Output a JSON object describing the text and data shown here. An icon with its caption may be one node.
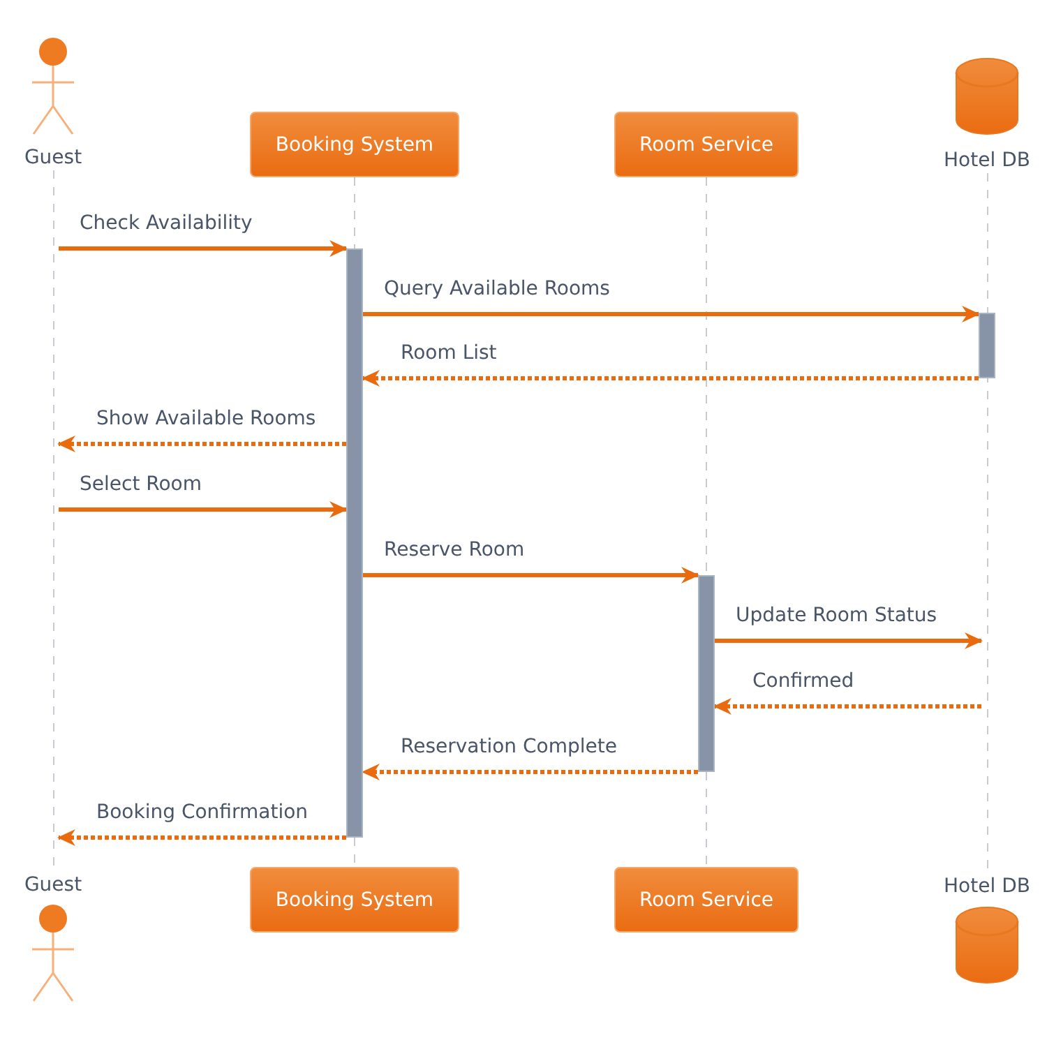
{
  "diagram": {
    "nodes": [
      {
        "text": [
          "Guest"
        ]
      },
      {
        "text": [
          "Booking System"
        ]
      },
      {
        "text": [
          "Room Service"
        ]
      },
      {
        "text": [
          "Hotel DB"
        ]
      },
      {
        "text": [
          "Guest"
        ]
      },
      {
        "text": [
          "Booking System"
        ]
      },
      {
        "text": [
          "Room Service"
        ]
      },
      {
        "text": [
          "Hotel DB"
        ]
      },
      {
        "text": [],
        "shape": "line"
      },
      {
        "text": [],
        "shape": "line"
      },
      {
        "text": [],
        "shape": "bar"
      },
      {
        "text": [],
        "shape": "bar",
        "in": 9
      },
      {
        "text": [],
        "shape": "bar"
      }
    ],
    "edges": [
      {
        "from": 1,
        "to": 10,
        "arrow": "none",
        "style": "dashed",
        "color": "#c8ccd2"
      },
      {
        "from": 10,
        "to": 5,
        "arrow": "none",
        "style": "dashed",
        "color": "#c8ccd2"
      },
      {
        "from": 2,
        "to": 12,
        "arrow": "none",
        "style": "dashed",
        "color": "#c8ccd2"
      },
      {
        "from": 12,
        "to": 6,
        "arrow": "none",
        "style": "dashed",
        "color": "#c8ccd2"
      },
      {
        "from": 8,
        "to": 10,
        "arrow": "to",
        "label": "Check Availability"
      },
      {
        "from": 10,
        "to": 11,
        "arrow": "to",
        "label": "Query Available Rooms"
      },
      {
        "from": 11,
        "to": 10,
        "arrow": "to",
        "label": "Room List",
        "style": "dashed"
      },
      {
        "from": 10,
        "to": 8,
        "arrow": "to",
        "label": "Show Available Rooms",
        "style": "dashed"
      },
      {
        "from": 8,
        "to": 10,
        "arrow": "to",
        "label": "Select Room"
      },
      {
        "from": 10,
        "to": 12,
        "arrow": "to",
        "label": "Reserve Room"
      },
      {
        "from": 12,
        "to": 9,
        "arrow": "to",
        "label": "Update Room Status"
      },
      {
        "from": 9,
        "to": 12,
        "arrow": "to",
        "label": "Confirmed",
        "style": "dashed"
      },
      {
        "from": 12,
        "to": 10,
        "arrow": "to",
        "label": "Reservation Complete",
        "style": "dashed"
      },
      {
        "from": 10,
        "to": 8,
        "arrow": "to",
        "label": "Booking Confirmation",
        "style": "dashed"
      }
    ]
  }
}
